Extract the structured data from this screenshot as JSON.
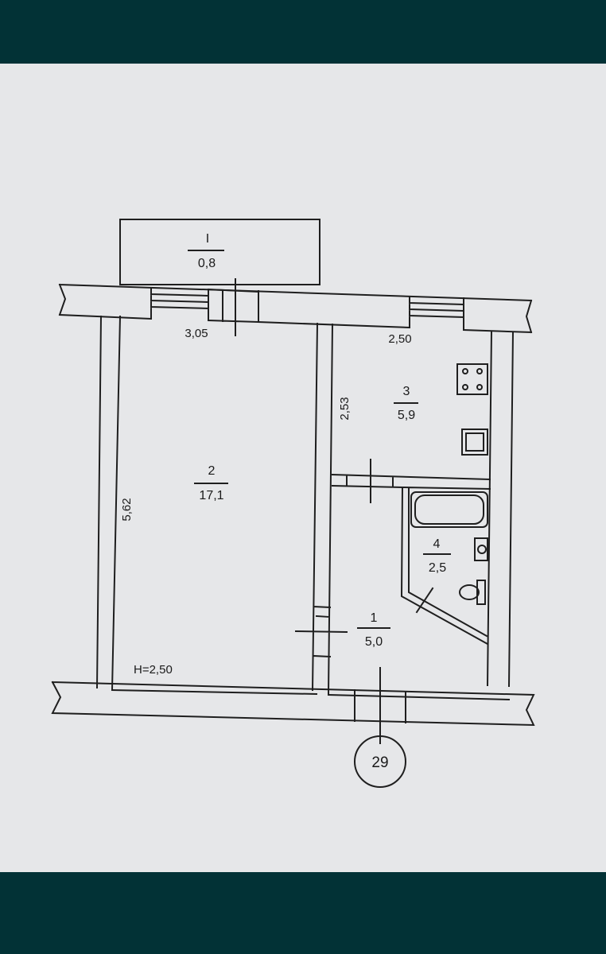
{
  "rooms": [
    {
      "number": "I",
      "area": "0,8"
    },
    {
      "number": "2",
      "area": "17,1"
    },
    {
      "number": "3",
      "area": "5,9"
    },
    {
      "number": "1",
      "area": "5,0"
    },
    {
      "number": "4",
      "area": "2,5"
    }
  ],
  "dimensions": {
    "room2_width": "3,05",
    "room3_width": "2,50",
    "room3_depth": "2,53",
    "room2_depth": "5,62"
  },
  "ceiling_height": "H=2,50",
  "apartment_number": "29"
}
